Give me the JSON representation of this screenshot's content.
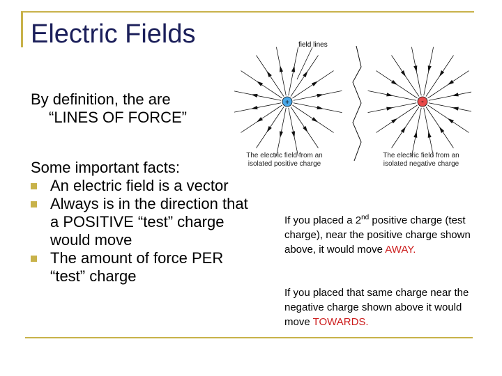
{
  "slide": {
    "title": "Electric Fields",
    "intro_line1": "By definition, the are",
    "intro_line2": "“LINES OF FORCE”",
    "facts_heading": "Some important facts:",
    "facts": [
      "An electric field is a vector",
      "Always is in the direction that a POSITIVE “test” charge would move",
      "The amount of force PER “test” charge"
    ]
  },
  "diagram": {
    "label": "field lines",
    "positive_symbol": "+",
    "negative_symbol": "-",
    "positive_caption": "The electric field from an isolated positive charge",
    "negative_caption": "The electric field from an isolated negative charge",
    "positive_color": "#4aa8e8",
    "negative_color": "#e84a4a"
  },
  "notes": {
    "note1_a": "If you placed a 2",
    "note1_sup": "nd",
    "note1_b": " positive charge (test charge), near the positive charge shown above, it would move ",
    "note1_red": "AWAY.",
    "note2_a": "If you placed that same charge near the negative charge shown above it would move ",
    "note2_red": "TOWARDS."
  }
}
